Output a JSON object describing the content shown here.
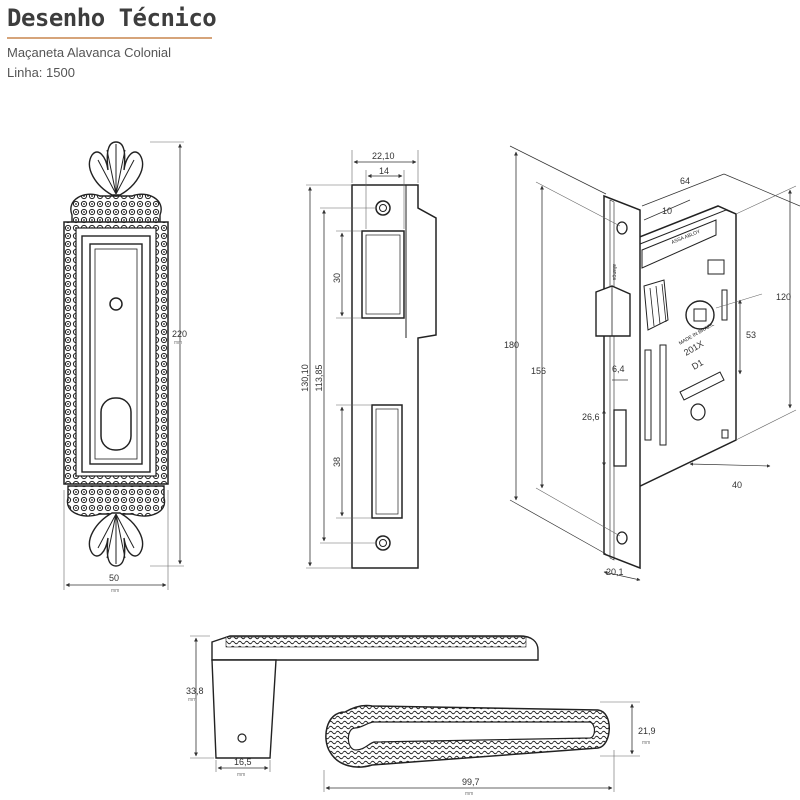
{
  "header": {
    "title": "Desenho Técnico",
    "subtitle": "Maçaneta Alavanca Colonial",
    "line": "Linha: 1500"
  },
  "escutcheon": {
    "height": "220",
    "width": "50",
    "unit": "mm"
  },
  "strike_plate": {
    "width_total": "22,10",
    "width_inner": "14",
    "slot_top": "30",
    "slot_bottom": "38",
    "height_outer": "130,10",
    "height_inner": "113,85"
  },
  "lock_body": {
    "depth": "64",
    "d10": "10",
    "height_case": "120",
    "d53": "53",
    "height_front": "180",
    "height_156": "156",
    "d64b": "6,4",
    "d26": "26,6",
    "d40": "40",
    "front_width": "20,1",
    "unit": "mm",
    "markings": [
      "aliança",
      "ASSA ABLOY",
      "MADE IN BRAZIL",
      "201X",
      "D1"
    ]
  },
  "lever": {
    "height": "33,8",
    "neck": "16,5",
    "length": "99,7",
    "thickness": "21,9",
    "unit": "mm"
  }
}
